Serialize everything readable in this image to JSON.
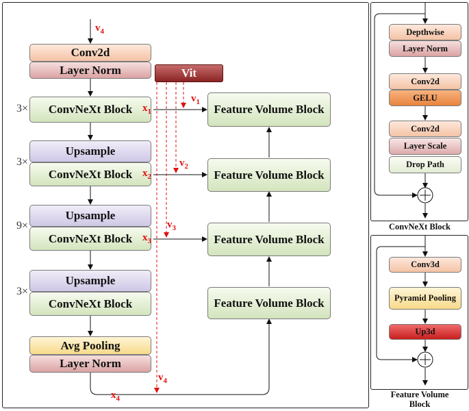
{
  "main": {
    "input_label": "v4",
    "conv2d": "Conv2d",
    "layer_norm_top": "Layer Norm",
    "vit": "Vit",
    "convnext_1": "ConvNeXt Block",
    "convnext_2": "ConvNeXt Block",
    "convnext_3": "ConvNeXt Block",
    "convnext_4": "ConvNeXt Block",
    "upsample_1": "Upsample",
    "upsample_2": "Upsample",
    "upsample_3": "Upsample",
    "avg_pooling": "Avg Pooling",
    "layer_norm_bottom": "Layer Norm",
    "mult_1": "3×",
    "mult_2": "3×",
    "mult_3": "9×",
    "mult_4": "3×",
    "x1": "x1",
    "x2": "x2",
    "x3": "x3",
    "x4": "x4",
    "v1": "v1",
    "v2": "v2",
    "v3": "v3",
    "v4_bottom": "v4",
    "fv_1": "Feature Volume Block",
    "fv_2": "Feature Volume Block",
    "fv_3": "Feature Volume Block",
    "fv_4": "Feature Volume Block"
  },
  "convnext_panel": {
    "depthwise": "Depthwise",
    "layer_norm": "Layer Norm",
    "conv2d_a": "Conv2d",
    "gelu": "GELU",
    "conv2d_b": "Conv2d",
    "layer_scale": "Layer Scale",
    "drop_path": "Drop Path",
    "caption": "ConvNeXt Block"
  },
  "fv_panel": {
    "conv3d": "Conv3d",
    "pyramid_pooling": "Pyramid Pooling",
    "up3d": "Up3d",
    "caption": "Feature Volume Block"
  }
}
